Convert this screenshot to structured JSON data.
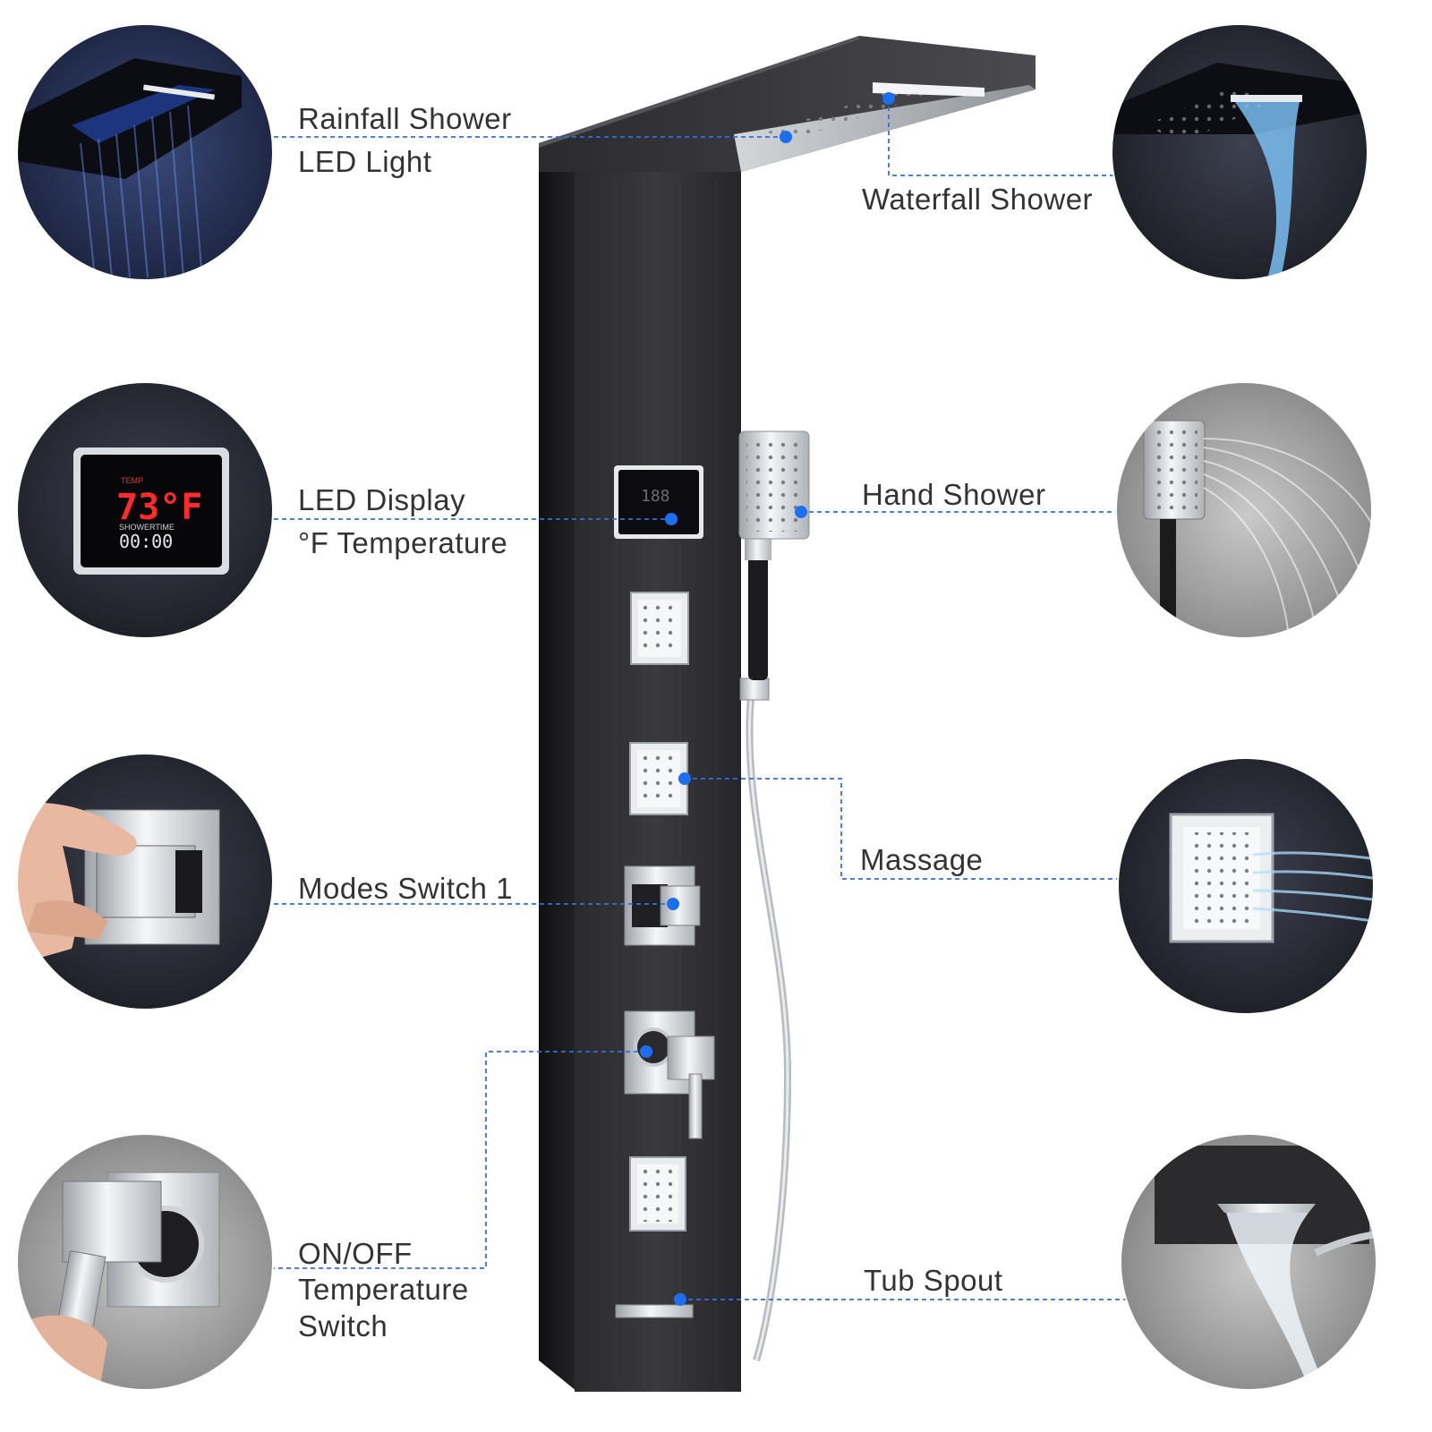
{
  "labels": {
    "rainfall": "Rainfall Shower",
    "led_light": "LED Light",
    "waterfall": "Waterfall Shower",
    "led_display": "LED Display",
    "temperature_f": "°F Temperature",
    "hand_shower": "Hand Shower",
    "modes_switch": "Modes Switch 1",
    "massage": "Massage",
    "onoff": "ON/OFF",
    "temp_switch": "Temperature\nSwitch",
    "tub_spout": "Tub Spout"
  },
  "display": {
    "temp_header": "TEMP",
    "temp_value": "73°F",
    "timer_label": "SHOWERTIME",
    "timer_value": "00:00"
  },
  "colors": {
    "accent": "#1e6ff0",
    "leader": "#2f6fe0",
    "panel": "#1f1f22",
    "chrome": "#d8dadd",
    "text": "#333333"
  }
}
